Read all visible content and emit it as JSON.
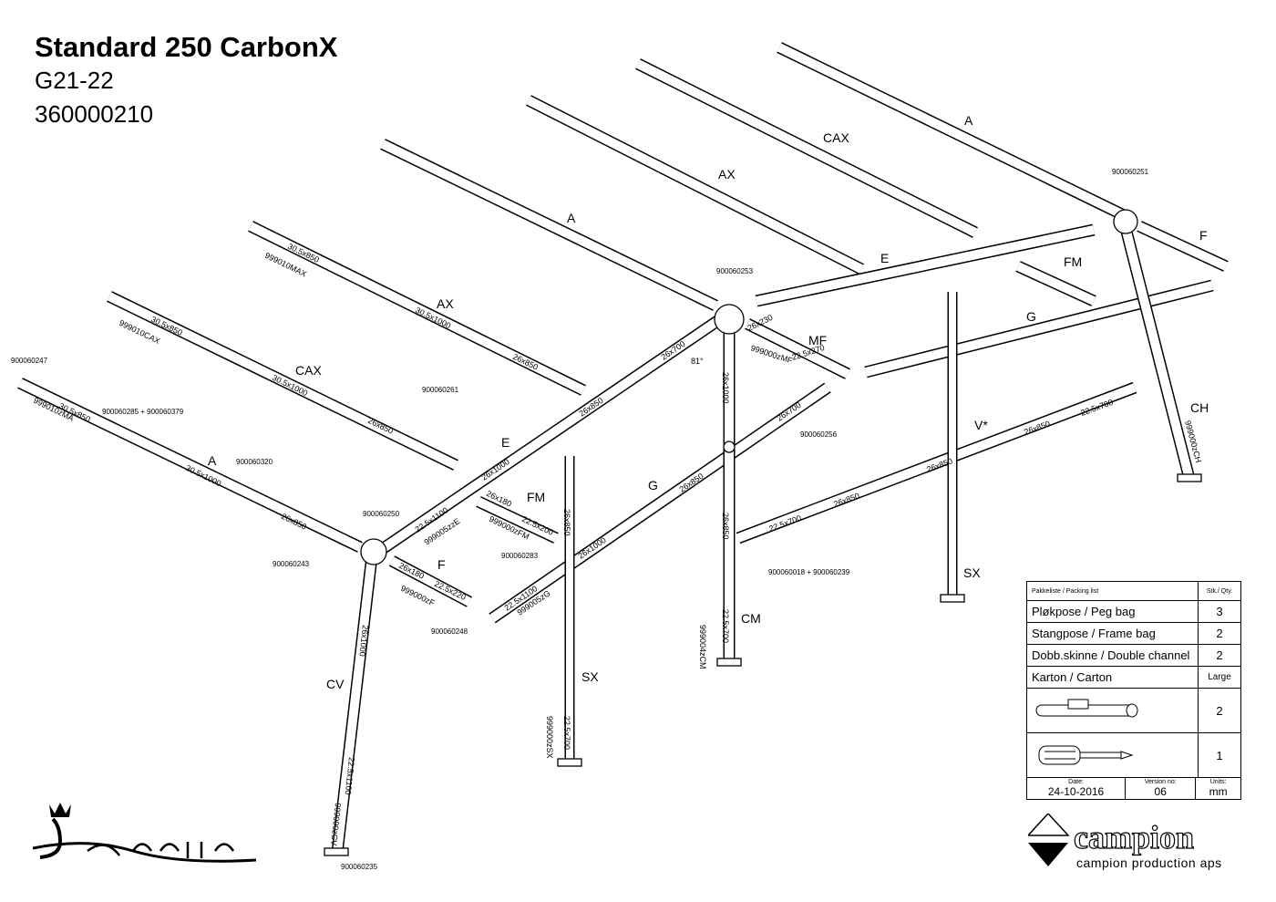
{
  "header": {
    "title": "Standard 250 CarbonX",
    "subtitle": "G21-22",
    "part_number": "360000210"
  },
  "labels": {
    "a_top": "A",
    "cax_top": "CAX",
    "ax_top": "AX",
    "a_mid": "A",
    "ax_low": "AX",
    "cax_low": "CAX",
    "a_low": "A",
    "e_up": "E",
    "e_low": "E",
    "f_right": "F",
    "f_left": "F",
    "fm_right": "FM",
    "fm_left": "FM",
    "mf": "MF",
    "g_right": "G",
    "g_left": "G",
    "ch": "CH",
    "v_star": "V*",
    "sx_right": "SX",
    "sx_left": "SX",
    "cm": "CM",
    "cv": "CV"
  },
  "refs": {
    "r0251": "900060251",
    "r0253": "900060253",
    "r0261": "900060261",
    "r0247": "900060247",
    "r0285": "900060285 + 900060379",
    "r0320": "900060320",
    "r0243": "900060243",
    "r0250": "900060250",
    "r0248": "900060248",
    "r0283": "900060283",
    "r0256": "900060256",
    "r0018": "900060018 + 900060239",
    "r0235": "900060235"
  },
  "dims": {
    "d1": "30.5x850",
    "d2": "999010MAX",
    "d3": "30.5x1000",
    "d4": "26x850",
    "d5": "30.5x850",
    "d6": "999010CAX",
    "d7": "30.5x1000",
    "d8": "26x850",
    "d9": "30.5x850",
    "d10": "999010zMA",
    "d11": "30.5x1000",
    "d12": "26x850",
    "d13": "26x700",
    "d14": "26x850",
    "d15": "26x1000",
    "d16": "22.5x1100",
    "d17": "999005zzE",
    "d18": "26x180",
    "d19": "22.5x200",
    "d20": "999000zFM",
    "d21": "26x180",
    "d22": "22.5x220",
    "d23": "999000zF",
    "d24": "26x230",
    "d25": "22.5x270",
    "d26": "999000zMF",
    "d27": "26x1000",
    "d28": "26x850",
    "d29": "22.5x700",
    "d30": "999004zCM",
    "d31": "26x700",
    "d32": "26x850",
    "d33": "26x1000",
    "d34": "22.5x1100",
    "d35": "999005zG",
    "d36": "26x850",
    "d37": "22.5x700",
    "d38": "999000zSX",
    "d39": "26x1000",
    "d40": "22.5x1100",
    "d41": "999000zCV",
    "d42": "22.5x700",
    "d43": "26x850",
    "d44": "26x850",
    "d45": "26x850",
    "d46": "22.5x700",
    "d47": "999000zCH",
    "angle": "81°"
  },
  "packing_list": {
    "header": "Pakkeliste / Packing list",
    "qty_header": "Stk./ Qty.",
    "rows": [
      {
        "name": "Pløkpose / Peg bag",
        "qty": "3"
      },
      {
        "name": "Stangpose / Frame bag",
        "qty": "2"
      },
      {
        "name": "Dobb.skinne / Double channel",
        "qty": "2"
      },
      {
        "name": "Karton / Carton",
        "qty": "Large"
      }
    ],
    "image_rows": [
      {
        "icon": "clamp-icon",
        "qty": "2"
      },
      {
        "icon": "screwdriver-icon",
        "qty": "1"
      }
    ]
  },
  "meta": {
    "date_label": "Date:",
    "date": "24-10-2016",
    "version_label": "Version no:",
    "version": "06",
    "units_label": "Units:",
    "units": "mm"
  },
  "brand": {
    "campion": "campion",
    "tagline": "campion production aps",
    "isabella": "Isabella"
  }
}
